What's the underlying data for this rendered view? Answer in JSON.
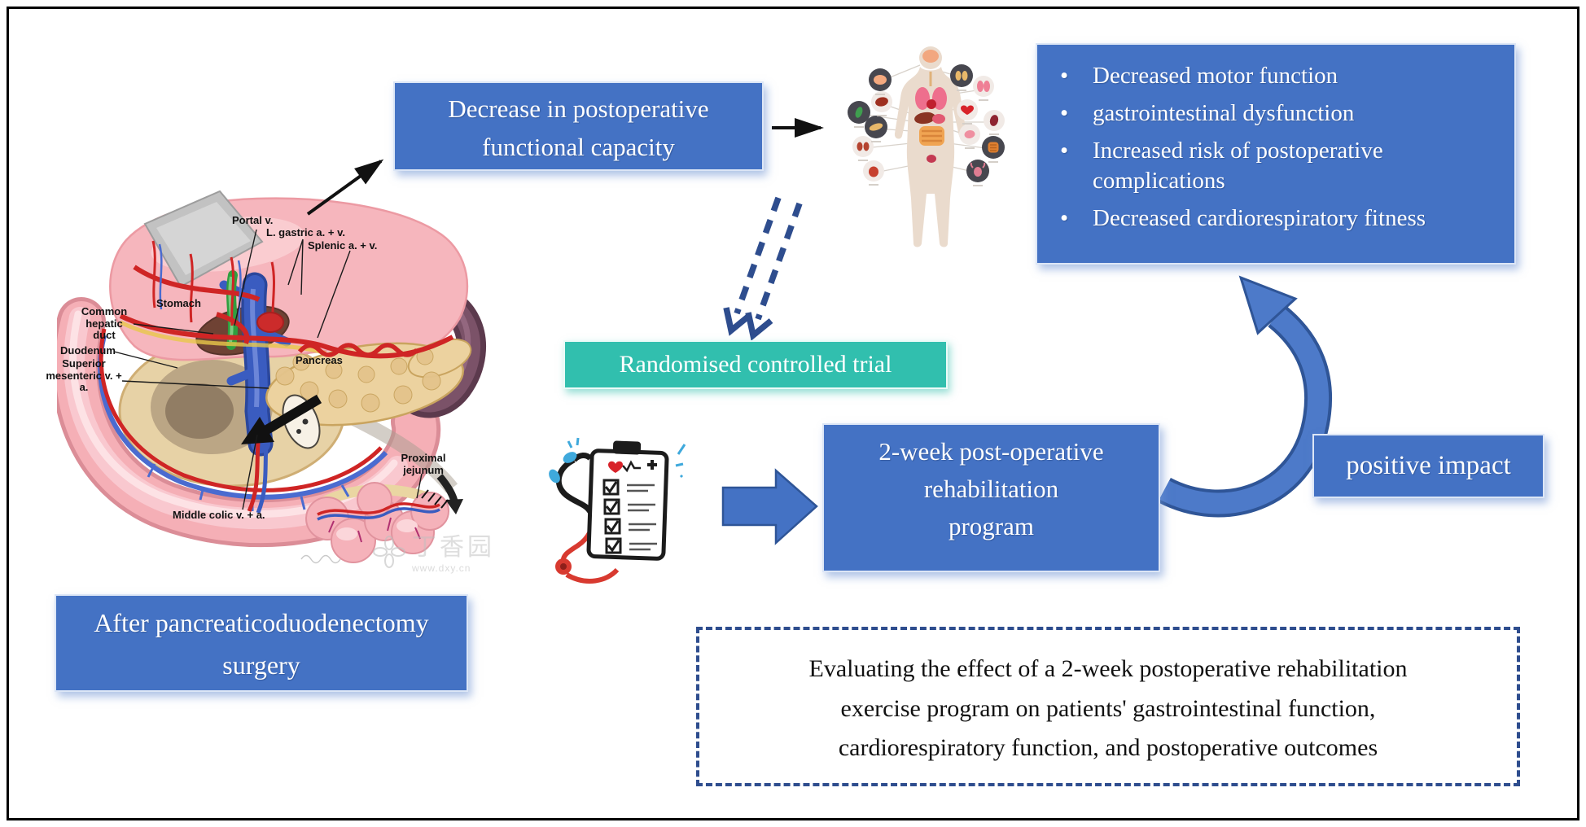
{
  "figure": {
    "boxes": {
      "decrease": {
        "label": "Decrease in postoperative functional capacity"
      },
      "consequences": {
        "bullet": "•",
        "items": [
          "Decreased motor function",
          "gastrointestinal dysfunction",
          "Increased risk of postoperative complications",
          "Decreased cardiorespiratory fitness"
        ]
      },
      "rct": {
        "label": "Randomised controlled trial"
      },
      "rehab": {
        "lines": [
          "2-week post-operative",
          "rehabilitation",
          "program"
        ]
      },
      "positive_impact": {
        "label": "positive impact"
      },
      "after_surgery": {
        "label": "After pancreaticoduodenectomy surgery"
      },
      "objective": {
        "lines": [
          "Evaluating the effect of a 2-week postoperative rehabilitation",
          "exercise program on patients' gastrointestinal function,",
          "cardiorespiratory function, and postoperative outcomes"
        ]
      }
    },
    "anatomy": {
      "labels": [
        "Portal v.",
        "L. gastric a. + v.",
        "Splenic a. + v.",
        "Stomach",
        "Common hepatic duct",
        "Duodenum",
        "Superior mesenteric v. + a.",
        "Pancreas",
        "Proximal jejunum",
        "Middle colic v. + a."
      ]
    },
    "watermark": {
      "site_name": "丁香园",
      "site_url": "www.dxy.cn"
    },
    "colors": {
      "box_blue": "#4472c4",
      "box_blue_dark": "#2f5597",
      "teal": "#31bfae",
      "arrow_navy": "#2e4d8e",
      "black": "#111111"
    }
  }
}
